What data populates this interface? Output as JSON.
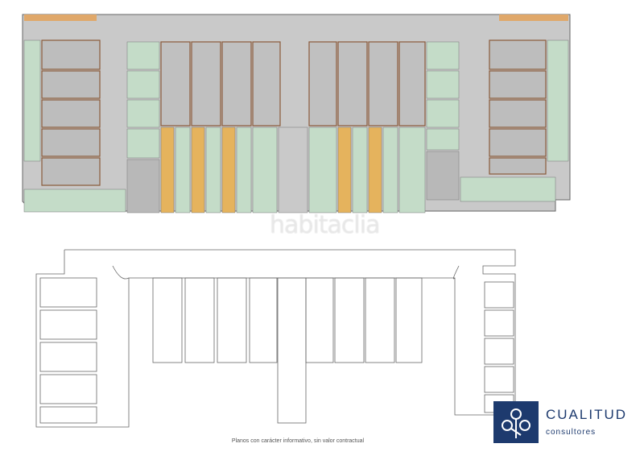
{
  "watermark": "habitaclia",
  "caption": "Planos con carácter informativo, sin valor contractual",
  "brand": {
    "name": "CUALITUD",
    "subtitle": "consultores"
  },
  "colors": {
    "floor": "#c9c9c9",
    "green": "#c4dcc8",
    "orange": "#e5b35d",
    "wall": "#8a5a3a",
    "outline": "#555555",
    "brand": "#1d3a6e"
  }
}
